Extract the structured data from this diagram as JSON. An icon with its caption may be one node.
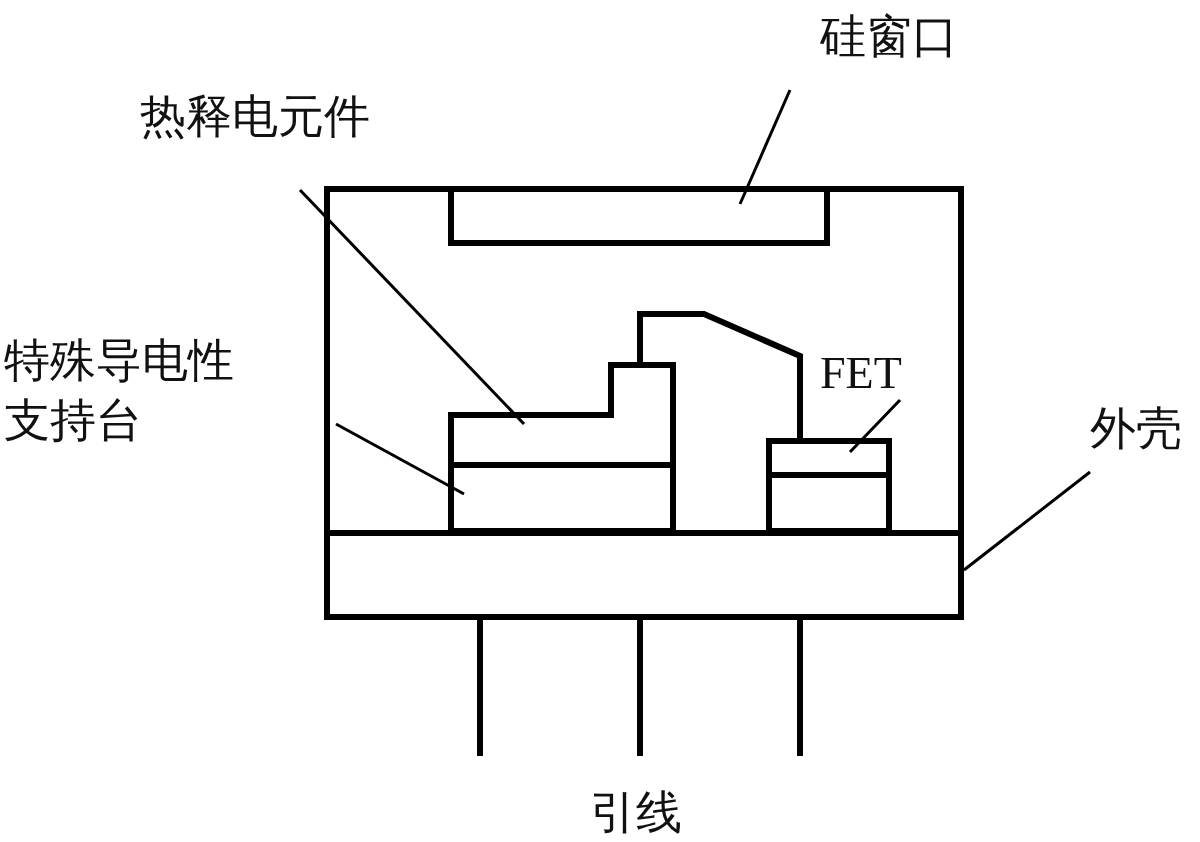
{
  "diagram": {
    "nodes": [
      {
        "text": [],
        "shape": "box"
      },
      {
        "text": [],
        "shape": "box",
        "in": 0
      },
      {
        "text": [],
        "shape": "box",
        "in": 0
      },
      {
        "text": [],
        "shape": "box",
        "in": 0
      },
      {
        "text": [],
        "shape": "box",
        "in": 0
      },
      {
        "text": [
          "硅窗口"
        ]
      },
      {
        "text": [
          "热释电元件"
        ]
      },
      {
        "text": [
          "特殊导电性支持台"
        ]
      },
      {
        "text": [
          "FET"
        ],
        "in": 0
      },
      {
        "text": [
          "外壳"
        ]
      }
    ],
    "edges": [
      {
        "from": 5,
        "to": 1,
        "arrow": "none"
      },
      {
        "from": 6,
        "to": 2,
        "arrow": "none"
      },
      {
        "from": 7,
        "to": 3,
        "arrow": "none"
      },
      {
        "from": 8,
        "to": 4,
        "arrow": "none"
      },
      {
        "from": 9,
        "to": 0,
        "arrow": "none"
      },
      {
        "from": 2,
        "to": 4,
        "arrow": "none",
        "style": "thick"
      }
    ],
    "labels": [
      "引线"
    ]
  }
}
